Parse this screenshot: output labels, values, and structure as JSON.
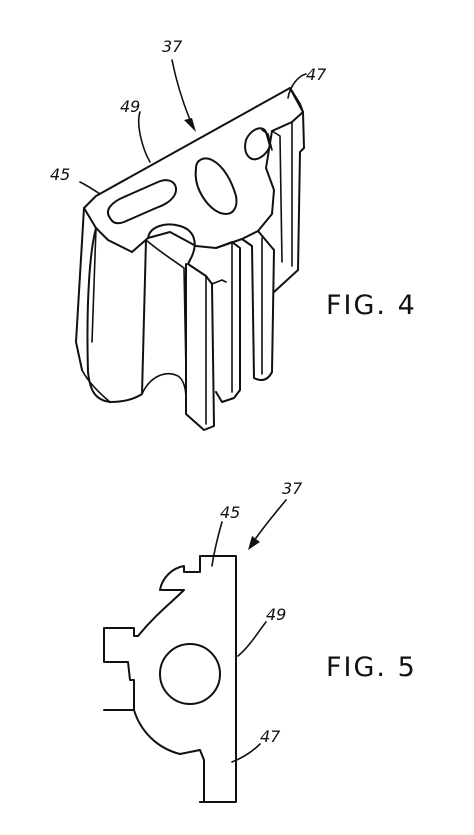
{
  "figures": [
    {
      "label": "FIG. 4",
      "refs": {
        "assembly": "37",
        "top_end": "47",
        "face": "49",
        "left_end": "45"
      }
    },
    {
      "label": "FIG. 5",
      "refs": {
        "assembly": "37",
        "upper_end": "45",
        "face": "49",
        "lower_end": "47"
      }
    }
  ]
}
